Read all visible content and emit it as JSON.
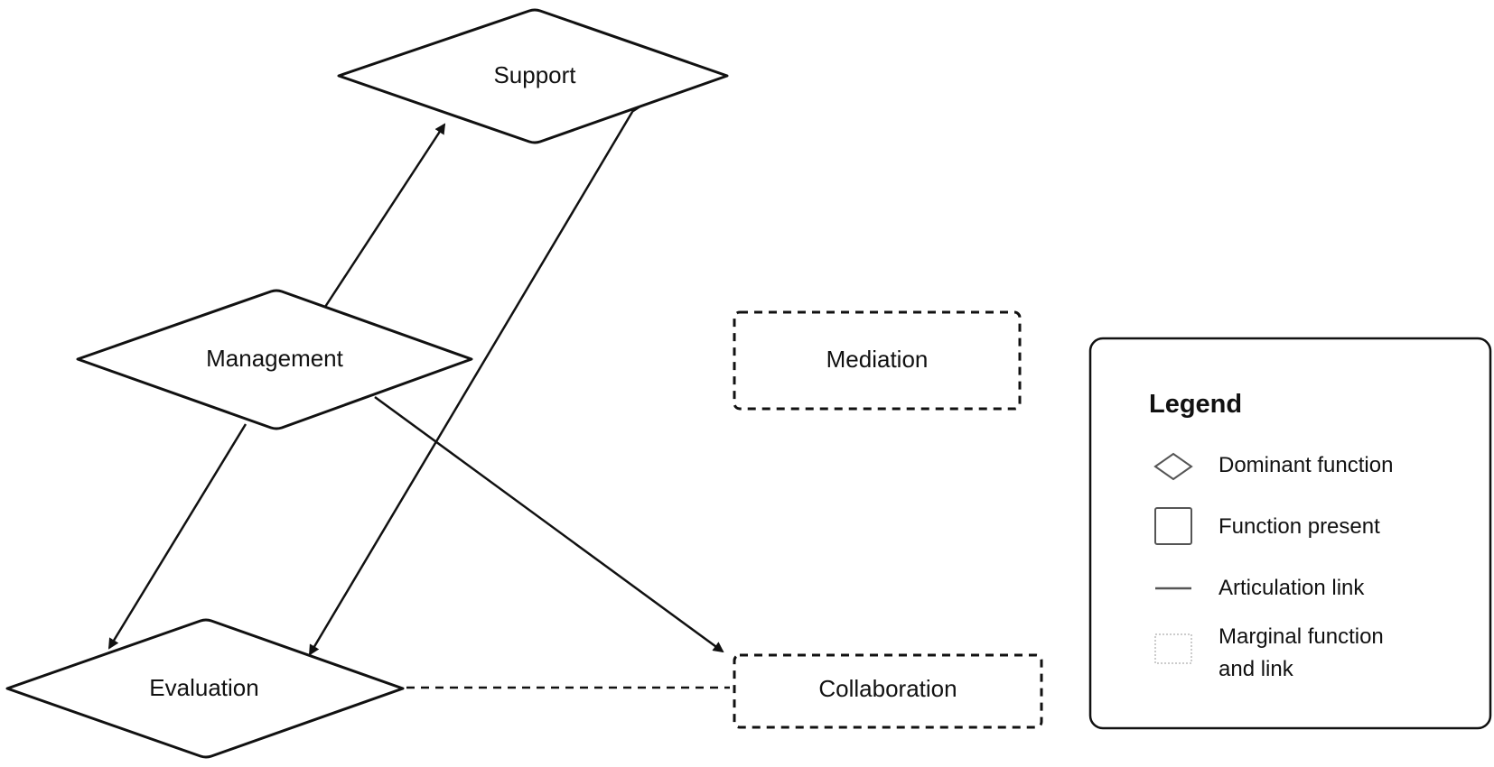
{
  "nodes": {
    "support": "Support",
    "management": "Management",
    "evaluation": "Evaluation",
    "mediation": "Mediation",
    "collaboration": "Collaboration"
  },
  "legend": {
    "title": "Legend",
    "dominant": "Dominant function",
    "present": "Function present",
    "articulation": "Articulation link",
    "marginal_line1": "Marginal function",
    "marginal_line2": "and link"
  },
  "colors": {
    "stroke": "#111111",
    "background": "#ffffff",
    "legend_icon": "#555555"
  }
}
